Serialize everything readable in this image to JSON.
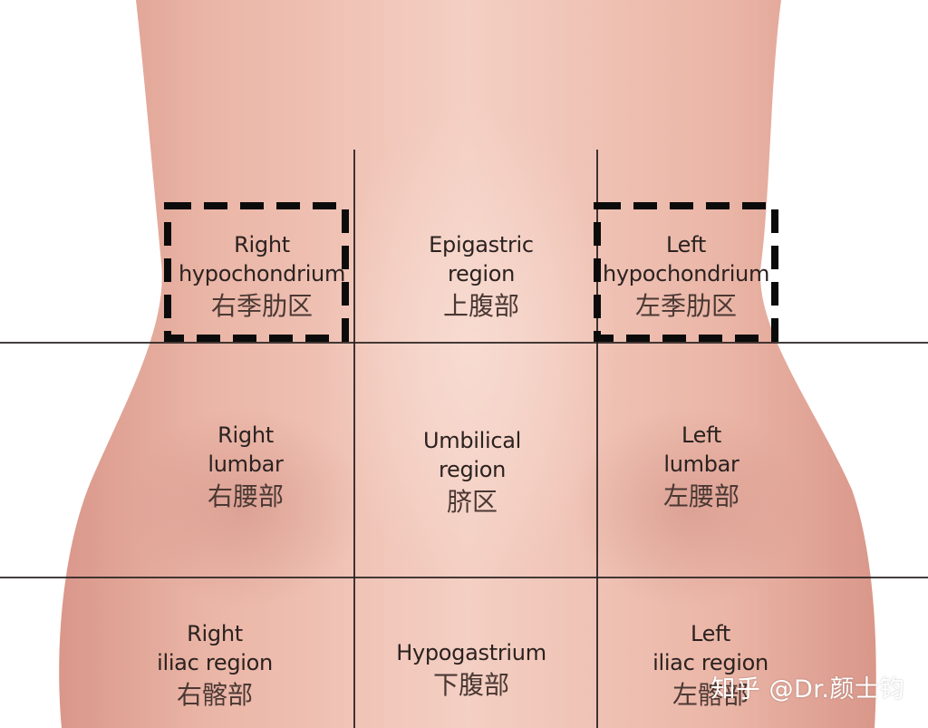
{
  "colors": {
    "skin_light": "#f4cfc3",
    "skin_mid": "#eab5a6",
    "skin_shadow": "#d9978a",
    "grid_line": "#2a2322",
    "dash_box": "#0b0b0b"
  },
  "regions": {
    "right_hypochondrium": {
      "en1": "Right",
      "en2": "hypochondrium",
      "zh": "右季肋区"
    },
    "epigastric": {
      "en1": "Epigastric",
      "en2": "region",
      "zh": "上腹部"
    },
    "left_hypochondrium": {
      "en1": "Left",
      "en2": "hypochondrium",
      "zh": "左季肋区"
    },
    "right_lumbar": {
      "en1": "Right",
      "en2": "lumbar",
      "zh": "右腰部"
    },
    "umbilical": {
      "en1": "Umbilical",
      "en2": "region",
      "zh": "脐区"
    },
    "left_lumbar": {
      "en1": "Left",
      "en2": "lumbar",
      "zh": "左腰部"
    },
    "right_iliac": {
      "en1": "Right",
      "en2": "iliac region",
      "zh": "右髂部"
    },
    "hypogastrium": {
      "en1": "Hypogastrium",
      "zh": "下腹部"
    },
    "left_iliac": {
      "en1": "Left",
      "en2": "iliac region",
      "zh": "左髂部"
    }
  },
  "watermark": "知乎 @Dr.颜士钧"
}
